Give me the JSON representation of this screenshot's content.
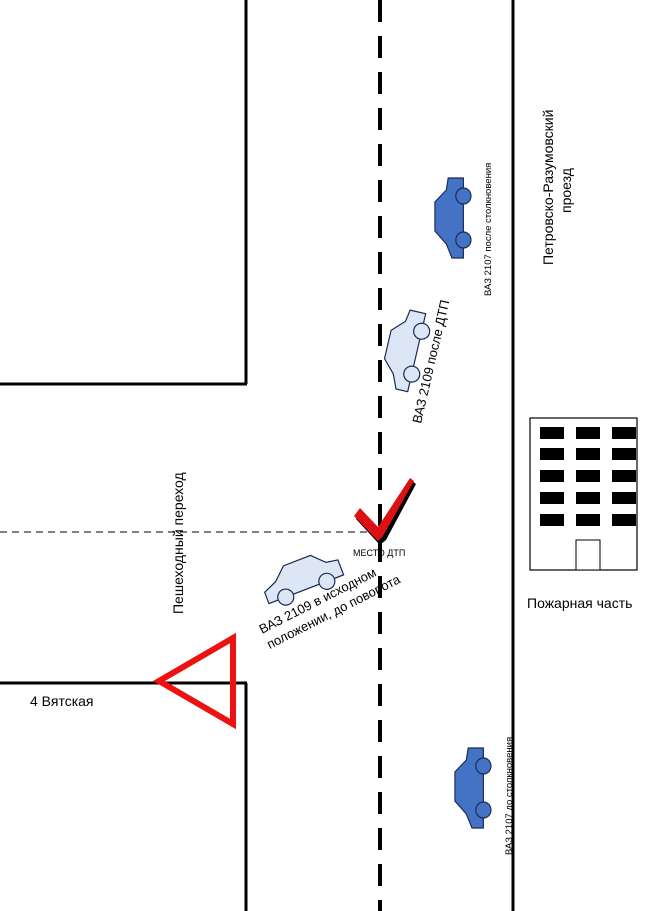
{
  "labels": {
    "street_right": "Петровско-Разумовский",
    "street_right_2": "проезд",
    "fire_station": "Пожарная часть",
    "street_left": "4 Вятская",
    "crosswalk": "Пешеходный переход",
    "crash_site": "МЕСТО ДТП",
    "car_2107_after": "ВАЗ 2107 после столкновения",
    "car_2107_before": "ВАЗ 2107 до столкновения",
    "car_2109_after": "ВАЗ 2109 после ДТП",
    "car_2109_initial_1": "ВАЗ 2109 в исходном",
    "car_2109_initial_2": "положении, до поворота"
  },
  "colors": {
    "car_2107": "#4472c4",
    "car_2109": "#dde6f4",
    "sign": "#ee1111",
    "check": "#dd1111"
  }
}
